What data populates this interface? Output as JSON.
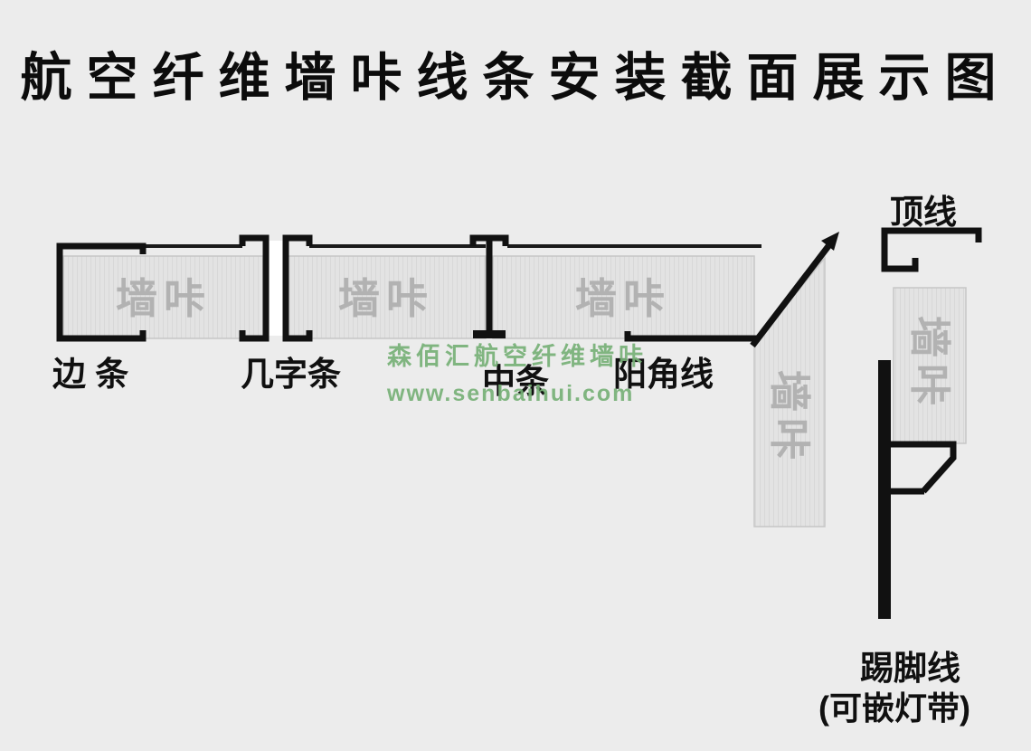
{
  "page": {
    "title": "航空纤维墙咔线条安装截面展示图"
  },
  "watermark": {
    "brand": "森佰汇航空纤维墙咔",
    "url": "www.senbaihui.com"
  },
  "panel": {
    "watermark": "墙咔"
  },
  "labels": {
    "edge_strip": "边 条",
    "ji_strip": "几字条",
    "middle_strip": "中条",
    "corner_line": "阳角线",
    "top_line": "顶线",
    "skirting_line": "踢脚线",
    "skirting_note": "(可嵌灯带)"
  },
  "colors": {
    "background": "#ececec",
    "profile_line": "#111111",
    "panel_fill": "#e3e3e3",
    "panel_text": "#b2b2b2",
    "watermark_green": "#76b076",
    "label_text": "#101010"
  }
}
